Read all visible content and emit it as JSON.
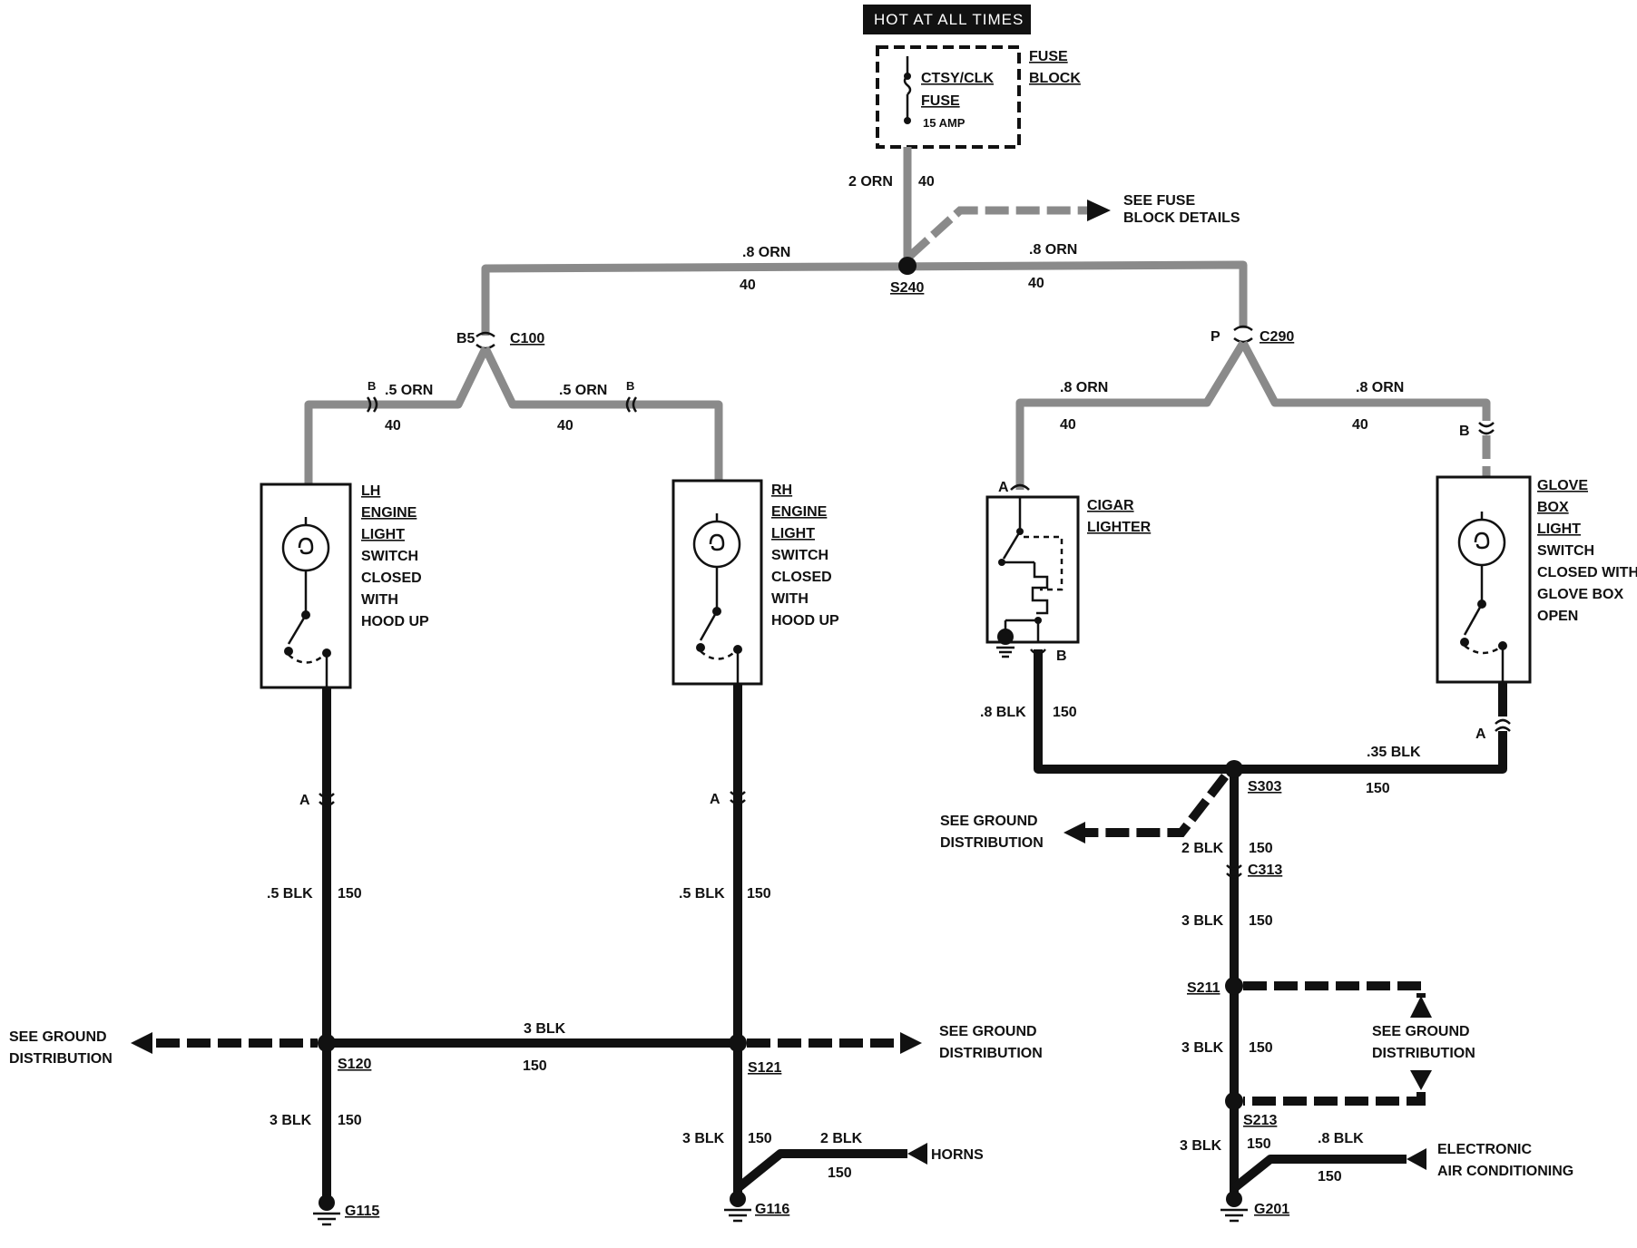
{
  "header": {
    "hot": "HOT AT ALL TIMES"
  },
  "fuse": {
    "name": "CTSY/CLK",
    "fuse_label": "FUSE",
    "amp": "15 AMP",
    "block_1": "FUSE",
    "block_2": "BLOCK"
  },
  "wires": {
    "feed_gauge": "2 ORN",
    "feed_circuit": "40",
    "left_gauge": ".8 ORN",
    "left_circuit": "40",
    "right_gauge": ".8 ORN",
    "right_circuit": "40",
    "lh_gauge": ".5 ORN",
    "lh_circuit": "40",
    "rh_gauge": ".5 ORN",
    "rh_circuit": "40",
    "cig_gauge": ".8 ORN",
    "cig_circuit": "40",
    "glove_gauge": ".8 ORN",
    "glove_circuit": "40",
    "lh_down_gauge": ".5 BLK",
    "lh_down_circuit": "150",
    "rh_down_gauge": ".5 BLK",
    "rh_down_circuit": "150",
    "cross_gauge": "3 BLK",
    "cross_circuit": "150",
    "g115_gauge": "3 BLK",
    "g115_circuit": "150",
    "g116_gauge": "3 BLK",
    "g116_circuit": "150",
    "horn_gauge": "2 BLK",
    "horn_circuit": "150",
    "cig_down_gauge": ".8 BLK",
    "cig_down_circuit": "150",
    "glove_down_gauge": ".35 BLK",
    "glove_down_circuit": "150",
    "s303_gauge": "2 BLK",
    "s303_circuit": "150",
    "c313_gauge": "3 BLK",
    "c313_circuit": "150",
    "s211_gauge": "3 BLK",
    "s211_circuit": "150",
    "s213_gauge": "3 BLK",
    "s213_circuit": "150",
    "ac_gauge": ".8 BLK",
    "ac_circuit": "150"
  },
  "splices": {
    "s240": "S240",
    "s120": "S120",
    "s121": "S121",
    "s303": "S303",
    "s211": "S211",
    "s213": "S213"
  },
  "connectors": {
    "c100": "C100",
    "c100_pin": "B5",
    "c290": "C290",
    "c290_pin": "P",
    "c313": "C313",
    "pin_b": "B",
    "pin_a": "A"
  },
  "grounds": {
    "g115": "G115",
    "g116": "G116",
    "g201": "G201"
  },
  "components": {
    "lh": [
      "LH",
      "ENGINE",
      "LIGHT",
      "SWITCH",
      "CLOSED",
      "WITH",
      "HOOD UP"
    ],
    "rh": [
      "RH",
      "ENGINE",
      "LIGHT",
      "SWITCH",
      "CLOSED",
      "WITH",
      "HOOD UP"
    ],
    "cigar": [
      "CIGAR",
      "LIGHTER"
    ],
    "glove": [
      "GLOVE",
      "BOX",
      "LIGHT",
      "SWITCH",
      "CLOSED WITH",
      "GLOVE BOX",
      "OPEN"
    ]
  },
  "refs": {
    "fuse_details_1": "SEE FUSE",
    "fuse_details_2": "BLOCK DETAILS",
    "ground_1": "SEE GROUND",
    "ground_2": "DISTRIBUTION",
    "horns": "HORNS",
    "ac_1": "ELECTRONIC",
    "ac_2": "AIR CONDITIONING"
  }
}
